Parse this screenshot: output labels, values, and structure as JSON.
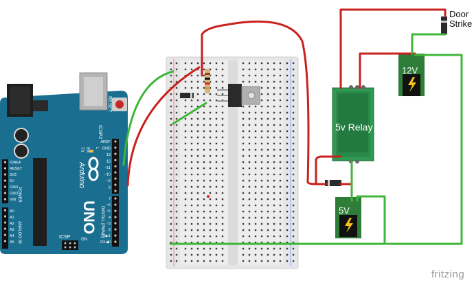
{
  "labels": {
    "door_strike_line1": "Door",
    "door_strike_line2": "Strike",
    "relay": "5v Relay",
    "jack_12v": "12V",
    "jack_5v": "5V"
  },
  "arduino": {
    "model": "UNO",
    "brand": "Arduino",
    "reset": "RESET",
    "icsp2": "ICSP2",
    "icsp": "ICSP",
    "tx": "TX",
    "rx": "RX",
    "l": "L",
    "on": "ON",
    "power_pins": [
      "IOREF",
      "RESET",
      "3V3",
      "5V",
      "GND",
      "GND",
      "VIN"
    ],
    "analog_pins": [
      "A0",
      "A1",
      "A2",
      "A3",
      "A4",
      "A5"
    ],
    "power_header": "POWER",
    "analog_header": "ANALOG IN",
    "digital_header": "DIGITAL (PWM~)",
    "digital_pins": [
      "AREF",
      "GND",
      "13",
      "12",
      "~11",
      "~10",
      "~9",
      "8",
      "7",
      "~6",
      "~5",
      "4",
      "~3",
      "2",
      "TX▶1",
      "RX◀0"
    ]
  },
  "colors": {
    "wire_red": "#c8201c",
    "wire_green": "#3fb63a",
    "board_blue": "#1a6e90",
    "relay_green": "#2f9a52",
    "jack_green": "#2e7d38",
    "breadboard": "#e9e9e9"
  },
  "brand": "fritzing"
}
